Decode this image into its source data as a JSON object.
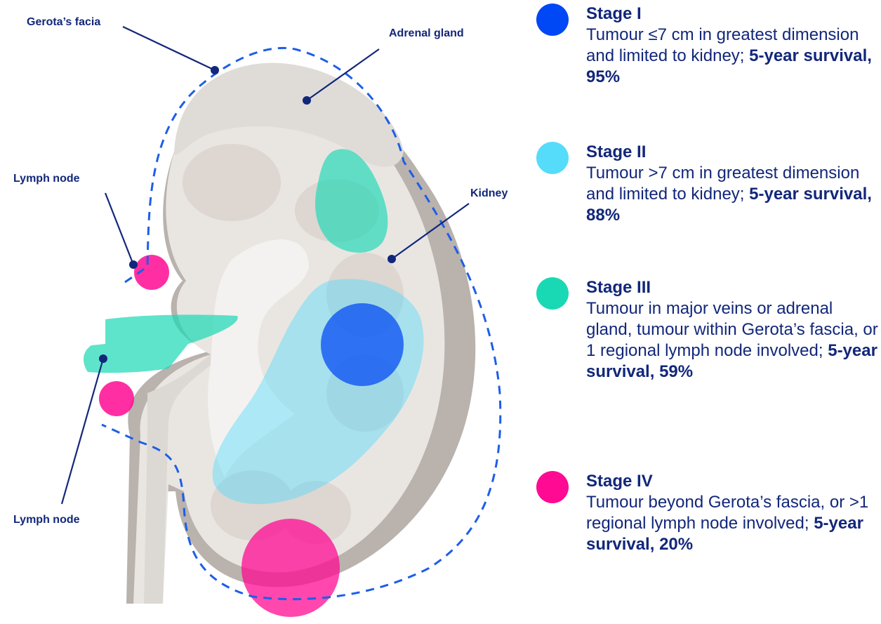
{
  "labels": {
    "gerota": "Gerota’s facia",
    "adrenal": "Adrenal gland",
    "kidney": "Kidney",
    "lymph_top": "Lymph node",
    "lymph_bottom": "Lymph node"
  },
  "stages": [
    {
      "title": "Stage I",
      "desc": "Tumour ≤7 cm in greatest dimension and limited to kidney; ",
      "survival": "5-year survival, 95%",
      "color": "#0047f5"
    },
    {
      "title": "Stage II",
      "desc": "Tumour >7 cm in greatest dimension and limited to kidney; ",
      "survival": "5-year survival, 88%",
      "color": "#55dcfb"
    },
    {
      "title": "Stage III",
      "desc": "Tumour in major veins or adrenal gland, tumour within Gerota’s fascia, or 1 regional lymph node involved; ",
      "survival": "5-year survival, 59%",
      "color": "#19d9b5"
    },
    {
      "title": "Stage IV",
      "desc": "Tumour beyond Gerota’s fascia, or >1 regional lymph node involved; ",
      "survival": "5-year survival, 20%",
      "color": "#ff0a93"
    }
  ],
  "colors": {
    "text": "#12277a",
    "dashed_outline": "#1d5ee8",
    "kidney_fill": "#e8e5e1",
    "kidney_shade": "#bcb5b0"
  }
}
